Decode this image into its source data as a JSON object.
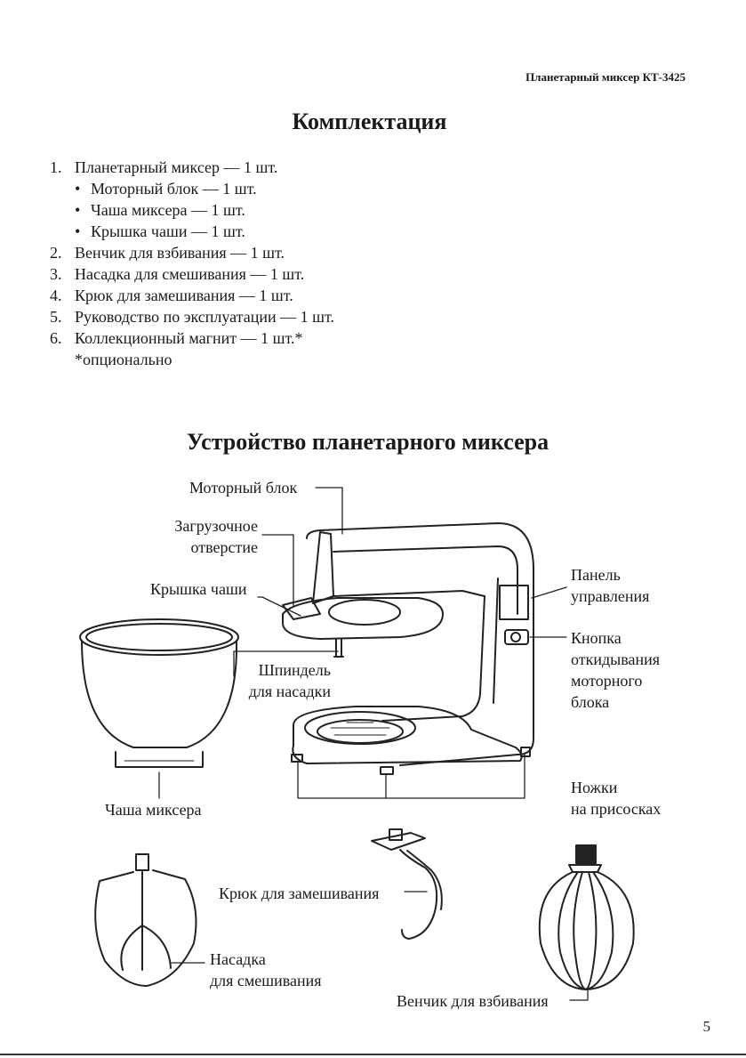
{
  "header": "Планетарный миксер КТ-3425",
  "section1_title": "Комплектация",
  "items": [
    {
      "num": "1.",
      "text": "Планетарный миксер — 1 шт.",
      "sub": [
        "Моторный блок — 1 шт.",
        "Чаша миксера — 1 шт.",
        "Крышка чаши — 1 шт."
      ]
    },
    {
      "num": "2.",
      "text": "Венчик для взбивания — 1 шт."
    },
    {
      "num": "3.",
      "text": "Насадка для смешивания — 1 шт."
    },
    {
      "num": "4.",
      "text": "Крюк для замешивания — 1 шт."
    },
    {
      "num": "5.",
      "text": "Руководство по эксплуатации — 1 шт."
    },
    {
      "num": "6.",
      "text": "Коллекционный магнит — 1 шт.*"
    }
  ],
  "footnote": "*опционально",
  "section2_title": "Устройство планетарного миксера",
  "labels": {
    "motor_block": "Моторный блок",
    "loading_hole_1": "Загрузочное",
    "loading_hole_2": "отверстие",
    "bowl_lid": "Крышка чаши",
    "spindle_1": "Шпиндель",
    "spindle_2": "для насадки",
    "bowl": "Чаша миксера",
    "control_panel_1": "Панель",
    "control_panel_2": "управления",
    "tilt_button_1": "Кнопка",
    "tilt_button_2": "откидывания",
    "tilt_button_3": "моторного",
    "tilt_button_4": "блока",
    "feet_1": "Ножки",
    "feet_2": "на присосках",
    "dough_hook": "Крюк для замешивания",
    "beater_1": "Насадка",
    "beater_2": "для смешивания",
    "whisk": "Венчик для взбивания"
  },
  "page_number": "5"
}
